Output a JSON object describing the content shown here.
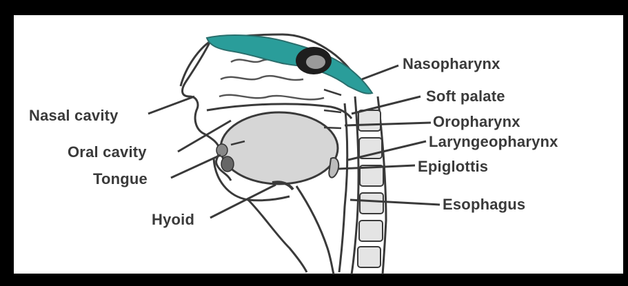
{
  "colors": {
    "frame": "#000000",
    "panel": "#ffffff",
    "label_text": "#3a3a3a",
    "line": "#3a3a3a",
    "nasopharynx_fill": "#2a9d9a",
    "tongue_fill": "#d6d6d6",
    "vertebra_fill": "#e4e4e4"
  },
  "labels": {
    "nasal_cavity": "Nasal cavity",
    "oral_cavity": "Oral cavity",
    "tongue": "Tongue",
    "hyoid": "Hyoid",
    "nasopharynx": "Nasopharynx",
    "soft_palate": "Soft palate",
    "oropharynx": "Oropharynx",
    "laryngeopharynx": "Laryngeopharynx",
    "epiglottis": "Epiglottis",
    "esophagus": "Esophagus"
  }
}
